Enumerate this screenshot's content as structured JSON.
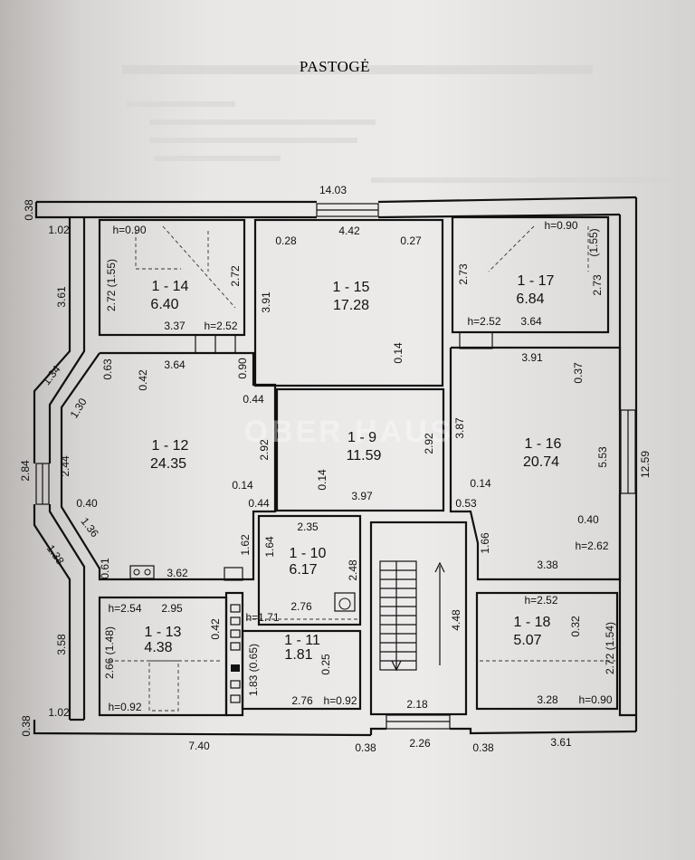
{
  "title": "PASTOGĖ",
  "watermark": "OBER HAUS",
  "rooms": [
    {
      "id": "1 - 12",
      "area": "24.35"
    },
    {
      "id": "1 - 13",
      "area": "4.38"
    },
    {
      "id": "1 - 14",
      "area": "6.40"
    },
    {
      "id": "1 - 15",
      "area": "17.28"
    },
    {
      "id": "1 - 16",
      "area": "20.74"
    },
    {
      "id": "1 - 17",
      "area": "6.84"
    },
    {
      "id": "1 - 18",
      "area": "5.07"
    },
    {
      "id": "1 - 9",
      "area": "11.59"
    },
    {
      "id": "1 - 10",
      "area": "6.17"
    },
    {
      "id": "1 - 11",
      "area": "1.81"
    }
  ],
  "dims": {
    "top_total": "14.03",
    "left_top_thick": "0.38",
    "left_top_small": "1.02",
    "left_upper": "3.61",
    "left_134": "1.34",
    "left_130": "1.30",
    "left_284": "2.84",
    "left_244": "2.44",
    "left_040": "0.40",
    "left_136": "1.36",
    "left_138": "1.38",
    "left_358": "3.58",
    "left_bot_small": "1.02",
    "left_bot_thick": "0.38",
    "bot_740": "7.40",
    "bot_038a": "0.38",
    "bot_226": "2.26",
    "bot_038b": "0.38",
    "bot_361": "3.61",
    "right_total": "12.59",
    "r14_h090": "h=0.90",
    "r14_272a": "2.72 (1.55)",
    "r14_272b": "2.72",
    "r14_337": "3.37",
    "r14_h252": "h=2.52",
    "r15_442": "4.42",
    "r15_028": "0.28",
    "r15_027": "0.27",
    "r15_391": "3.91",
    "r15_014": "0.14",
    "r17_h090": "h=0.90",
    "r17_155": "(1.55)",
    "r17_273a": "2.73",
    "r17_273b": "2.73",
    "r17_h252": "h=2.52",
    "r17_364": "3.64",
    "r12_063": "0.63",
    "r12_042": "0.42",
    "r12_364": "3.64",
    "r12_090": "0.90",
    "r12_044a": "0.44",
    "r12_292": "2.92",
    "r12_014": "0.14",
    "r12_044b": "0.44",
    "r12_061": "0.61",
    "r12_362": "3.62",
    "r9_014": "0.14",
    "r9_292": "2.92",
    "r9_397": "3.97",
    "r16_391": "3.91",
    "r16_037": "0.37",
    "r16_387": "3.87",
    "r16_553": "5.53",
    "r16_014": "0.14",
    "r16_053": "0.53",
    "r16_040": "0.40",
    "r16_h262": "h=2.62",
    "r16_166": "1.66",
    "r16_338": "3.38",
    "r10_235": "2.35",
    "r10_164": "1.64",
    "r10_248": "2.48",
    "r10_276": "2.76",
    "r10_h171": "h=1.71",
    "r10_162": "1.62",
    "r11_025": "0.25",
    "r11_183": "1.83 (0.65)",
    "r11_276": "2.76",
    "r11_h092": "h=0.92",
    "r13_h254": "h=2.54",
    "r13_295": "2.95",
    "r13_042": "0.42",
    "r13_266": "2.66 (1.48)",
    "r13_h092": "h=0.92",
    "stair_448": "4.48",
    "stair_218": "2.18",
    "r18_h252": "h=2.52",
    "r18_032": "0.32",
    "r18_272": "2.72 (1.54)",
    "r18_328": "3.28",
    "r18_h090": "h=0.90"
  }
}
